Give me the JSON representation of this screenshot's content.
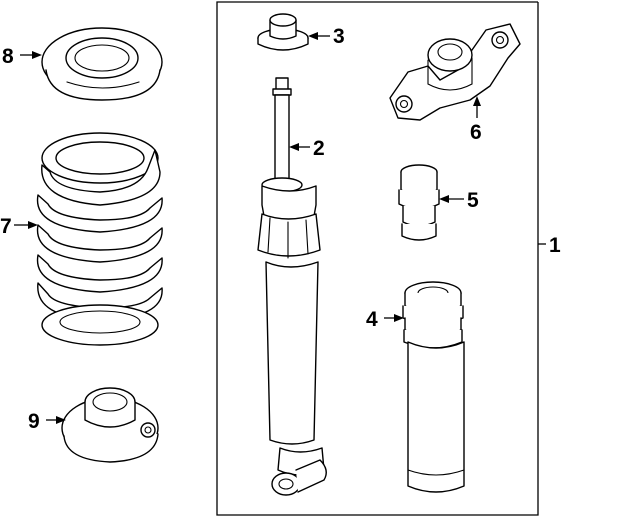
{
  "diagram": {
    "callouts": {
      "1": "1",
      "2": "2",
      "3": "3",
      "4": "4",
      "5": "5",
      "6": "6",
      "7": "7",
      "8": "8",
      "9": "9"
    }
  }
}
